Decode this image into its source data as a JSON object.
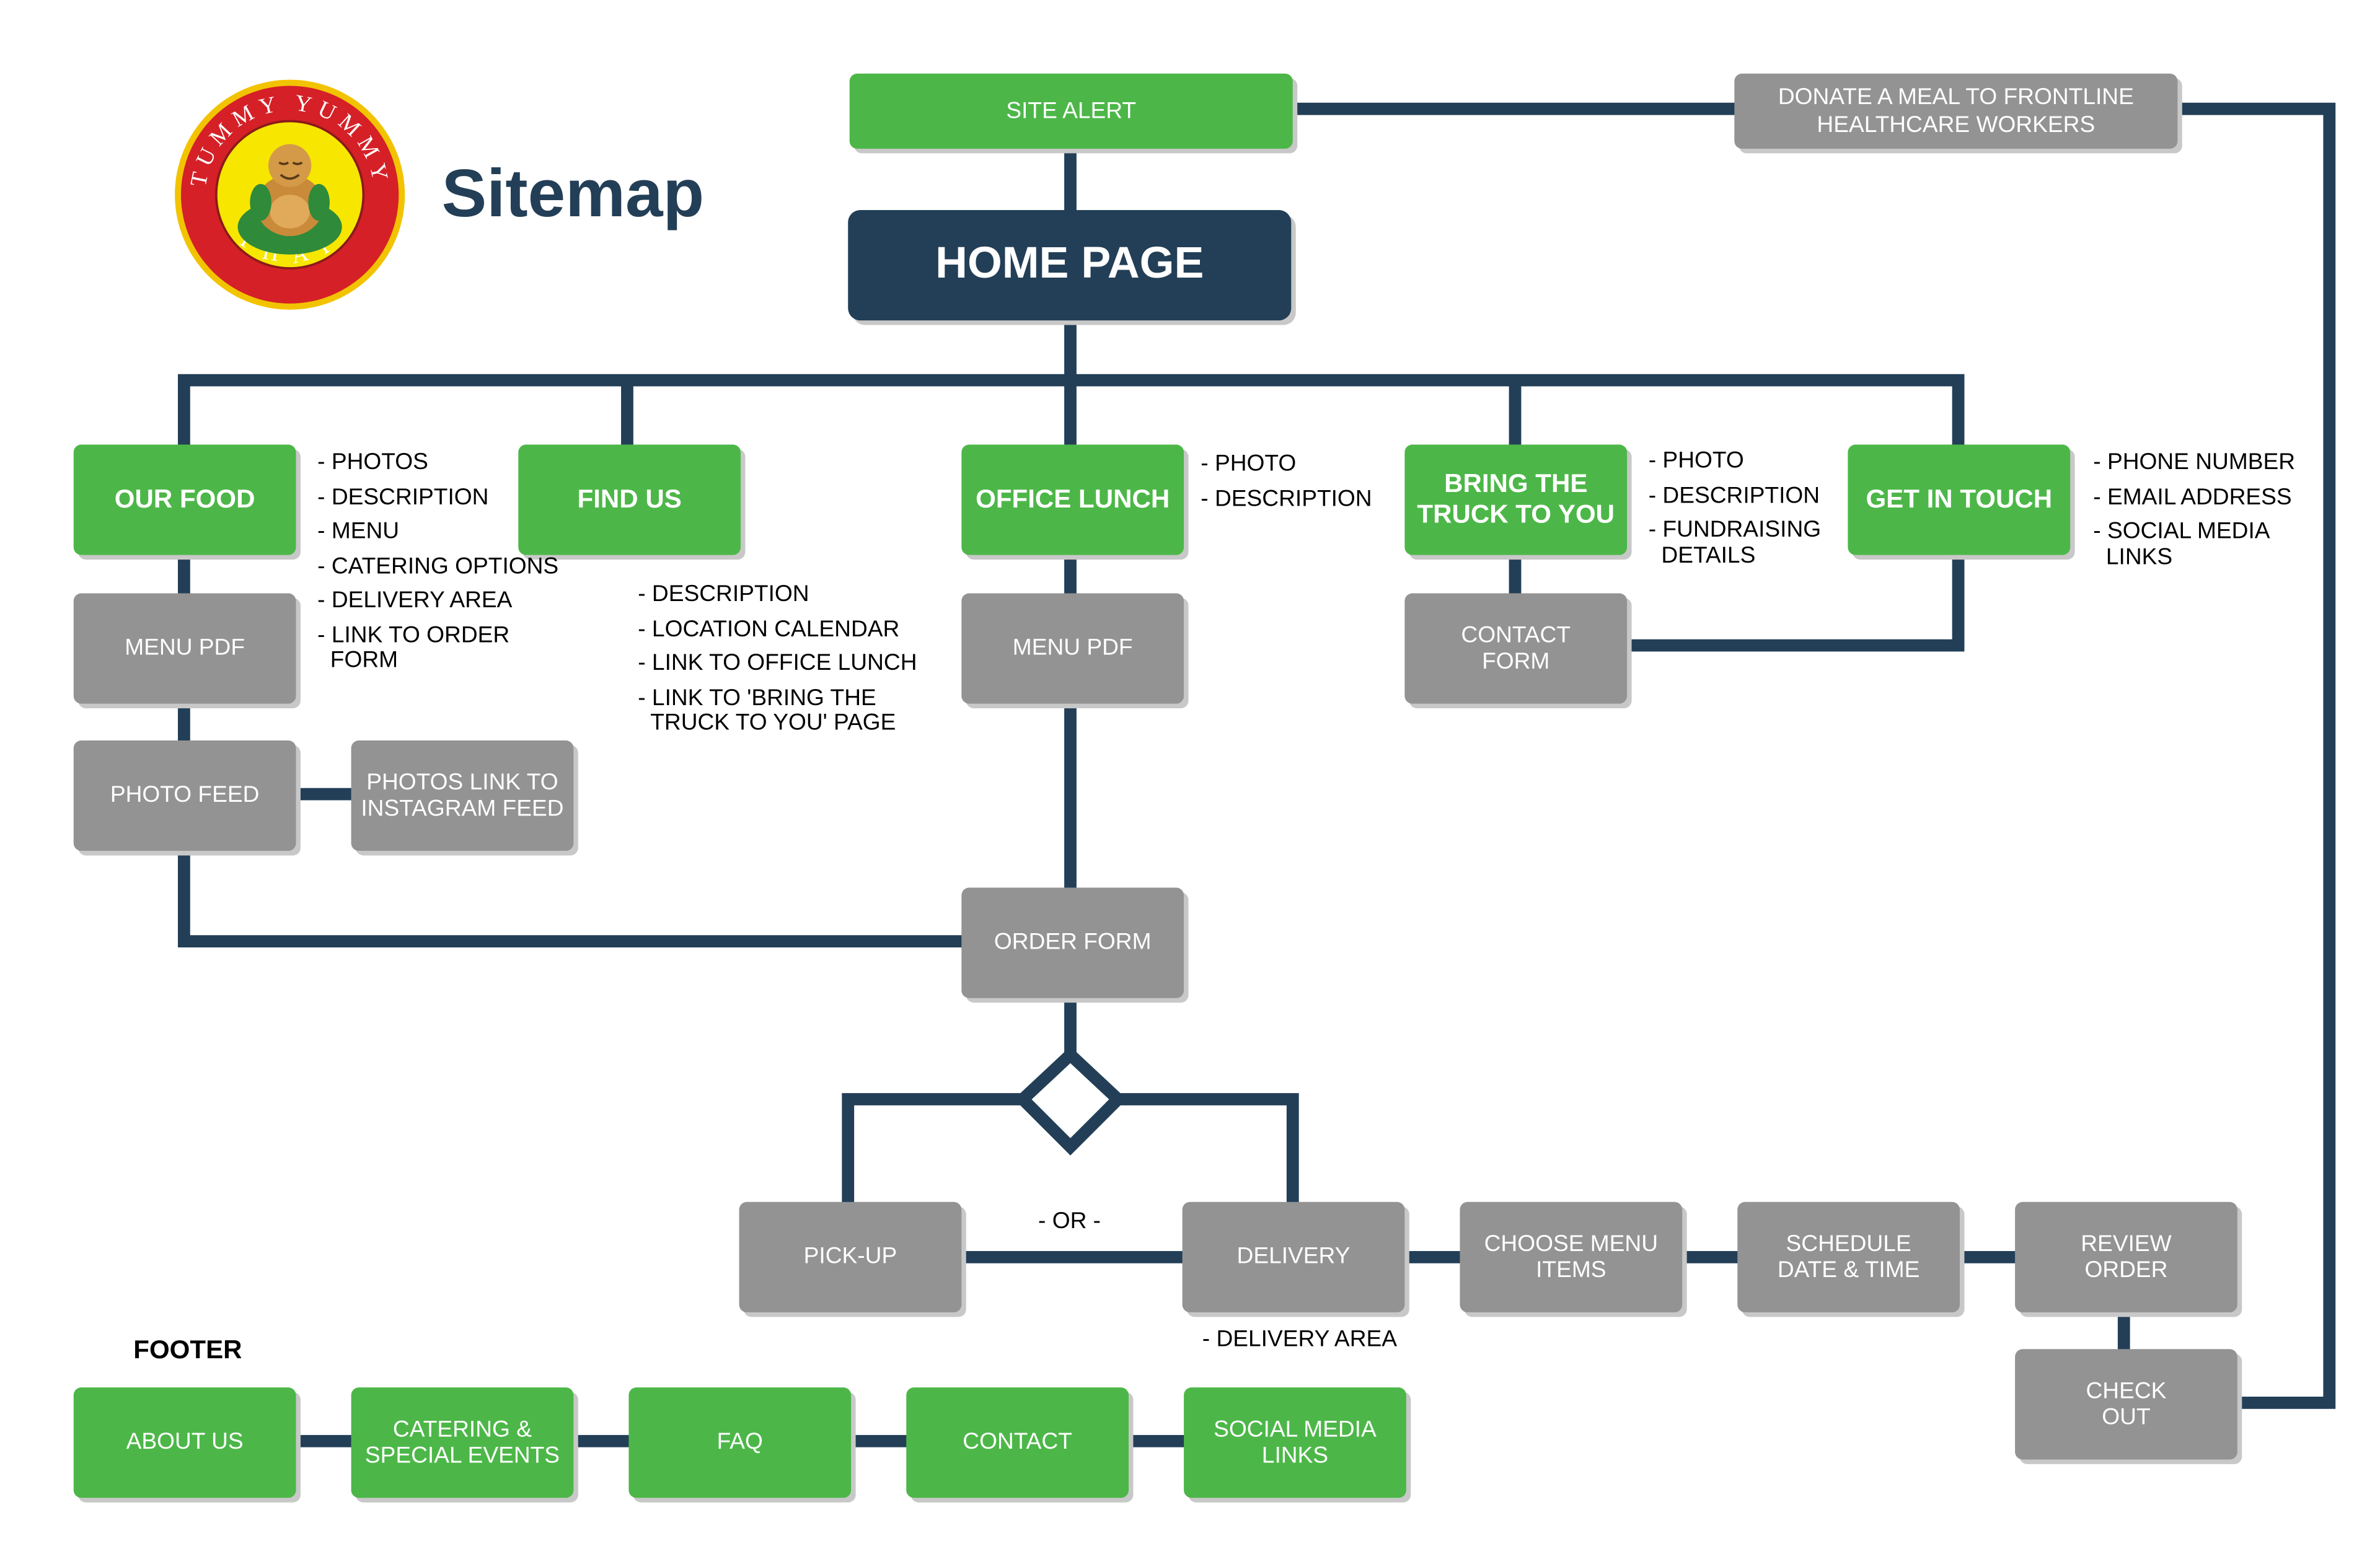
{
  "header": {
    "title": "Sitemap",
    "logo_top_text": "TUMMY YUMMY",
    "logo_bottom_text": "THAI"
  },
  "colors": {
    "green": "#4cb748",
    "gray": "#939393",
    "navy": "#233f57",
    "connector": "#233f57"
  },
  "nodes": {
    "site_alert": "SITE ALERT",
    "donate": "DONATE A MEAL TO FRONTLINE\nHEALTHCARE WORKERS",
    "home": "HOME PAGE",
    "our_food": "OUR FOOD",
    "find_us": "FIND US",
    "office_lunch": "OFFICE LUNCH",
    "bring_truck": "BRING THE\nTRUCK TO YOU",
    "get_in_touch": "GET IN TOUCH",
    "menu_pdf_1": "MENU PDF",
    "menu_pdf_2": "MENU PDF",
    "contact_form": "CONTACT\nFORM",
    "photo_feed": "PHOTO FEED",
    "photos_link": "PHOTOS LINK TO\nINSTAGRAM FEED",
    "order_form": "ORDER FORM",
    "pickup": "PICK-UP",
    "delivery": "DELIVERY",
    "choose_menu": "CHOOSE MENU\nITEMS",
    "schedule": "SCHEDULE\nDATE & TIME",
    "review": "REVIEW\nORDER",
    "checkout": "CHECK\nOUT"
  },
  "notes": {
    "our_food": [
      "- PHOTOS",
      "- DESCRIPTION",
      "- MENU",
      "- CATERING OPTIONS",
      "- DELIVERY AREA",
      "- LINK TO ORDER\n  FORM"
    ],
    "find_us": [
      "- DESCRIPTION",
      "- LOCATION CALENDAR",
      "- LINK TO OFFICE LUNCH",
      "- LINK TO 'BRING THE\n  TRUCK TO YOU' PAGE"
    ],
    "office_lunch": [
      "- PHOTO",
      "- DESCRIPTION"
    ],
    "bring_truck": [
      "- PHOTO",
      "- DESCRIPTION",
      "- FUNDRAISING\n  DETAILS"
    ],
    "get_in_touch": [
      "- PHONE NUMBER",
      "- EMAIL ADDRESS",
      "- SOCIAL MEDIA\n  LINKS"
    ],
    "delivery": [
      "- DELIVERY AREA"
    ]
  },
  "labels": {
    "or": "- OR -",
    "footer": "FOOTER"
  },
  "footer": {
    "items": [
      "ABOUT US",
      "CATERING &\nSPECIAL EVENTS",
      "FAQ",
      "CONTACT",
      "SOCIAL MEDIA\nLINKS"
    ]
  }
}
